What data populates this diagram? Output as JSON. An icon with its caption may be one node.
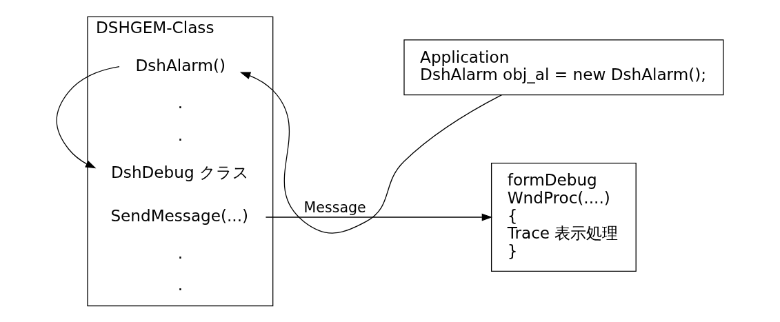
{
  "diagram": {
    "nodes": [
      {
        "text": [
          "DSHGEM-Class"
        ]
      },
      {
        "text": [
          "DshAlarm()"
        ],
        "in": 0
      },
      {
        "text": [
          "DshDebug クラス"
        ],
        "in": 0
      },
      {
        "text": [
          "SendMessage(...)"
        ],
        "in": 0
      },
      {
        "text": [
          "Application",
          "DshAlarm obj_al = new DshAlarm();"
        ]
      },
      {
        "text": [
          "formDebug",
          "WndProc(....)",
          "{",
          "Trace 表示処理",
          "}"
        ]
      }
    ],
    "edges": [
      {
        "from": 4,
        "to": 1,
        "arrow": "to"
      },
      {
        "from": 1,
        "to": 2,
        "arrow": "to"
      },
      {
        "from": 3,
        "to": 5,
        "arrow": "to",
        "label": "Message"
      }
    ],
    "labels": [
      ".",
      ".",
      ".",
      "."
    ]
  }
}
